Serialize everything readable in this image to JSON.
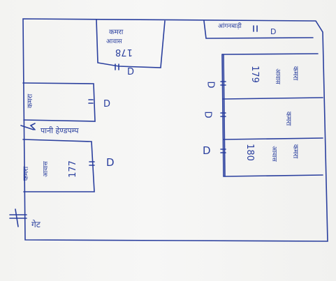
{
  "rooms": {
    "top_center": {
      "label": "कमरा",
      "sub": "आवास",
      "number": "178"
    },
    "top_right": {
      "label": "आंगनबाड़ी"
    },
    "right_1": {
      "label": "कमरा",
      "sub": "आवास",
      "number": "179"
    },
    "right_2": {
      "label": "कमरा"
    },
    "right_3": {
      "label": "कमरा",
      "sub": "आवास",
      "number": "180"
    },
    "left_upper": {
      "label": "कमरा"
    },
    "left_lower": {
      "label": "कमरा",
      "sub": "आवास",
      "number": "177"
    }
  },
  "passage_label": "पानी हेण्डपम्प",
  "gate_label": "गेट",
  "door_marks": {
    "m1": "D",
    "m2": "D",
    "m3": "D",
    "m4": "D",
    "m5": "D",
    "m6": "D",
    "m7": "D"
  }
}
